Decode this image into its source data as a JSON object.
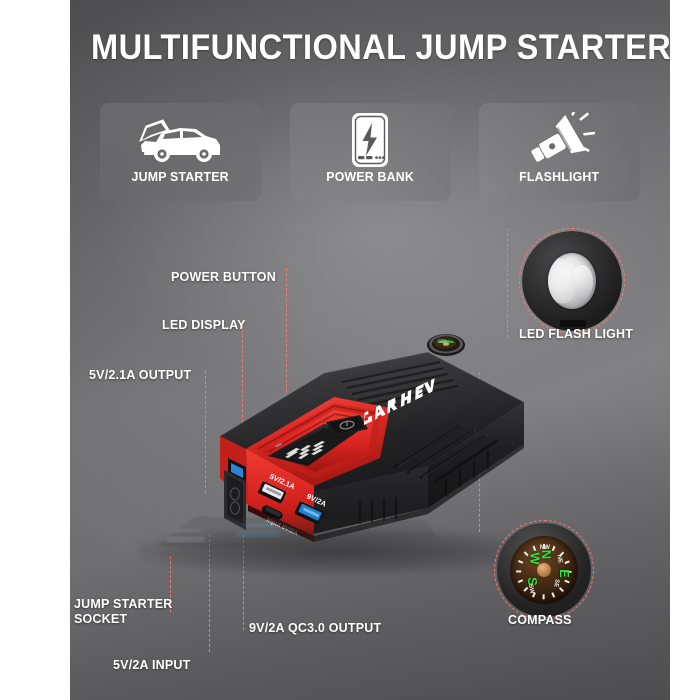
{
  "header": {
    "title": "MULTIFUNCTIONAL JUMP STARTER"
  },
  "feature_cards": [
    {
      "label": "JUMP STARTER",
      "icon": "car-open-hood-icon"
    },
    {
      "label": "POWER BANK",
      "icon": "power-bank-icon"
    },
    {
      "label": "FLASHLIGHT",
      "icon": "flashlight-icon"
    }
  ],
  "callouts": [
    {
      "id": "power-button",
      "label": "POWER BUTTON"
    },
    {
      "id": "led-display",
      "label": "LED DISPLAY"
    },
    {
      "id": "output-5v21a",
      "label": "5V/2.1A OUTPUT"
    },
    {
      "id": "led-flash-light",
      "label": "LED FLASH LIGHT"
    },
    {
      "id": "jump-starter-socket",
      "label": "JUMP STARTER\nSOCKET",
      "line1": "JUMP STARTER",
      "line2": "SOCKET"
    },
    {
      "id": "input-5v2a",
      "label": "5V/2A INPUT"
    },
    {
      "id": "output-9v2a-qc",
      "label": "9V/2A QC3.0 OUTPUT"
    },
    {
      "id": "compass",
      "label": "COMPASS"
    }
  ],
  "device": {
    "brand": "CARHEV",
    "port_labels": {
      "usb_a_1": "5V/2.1A",
      "usb_c": "Input 5V/2A",
      "usb_a_2": "9V/2A"
    },
    "display_value": "100"
  },
  "compass_dial": {
    "cardinals": [
      "N",
      "E",
      "S",
      "W"
    ],
    "ordinals": [
      "NE",
      "SE",
      "SW",
      "NW"
    ]
  },
  "colors": {
    "accent_red": "#e8322e",
    "leader_line": "#ef7b72",
    "body_black": "#1e1e20",
    "background_dark": "#6e6e71",
    "text_white": "#ffffff",
    "compass_green": "#2ee03a",
    "usb_blue": "#1a7fd4"
  }
}
